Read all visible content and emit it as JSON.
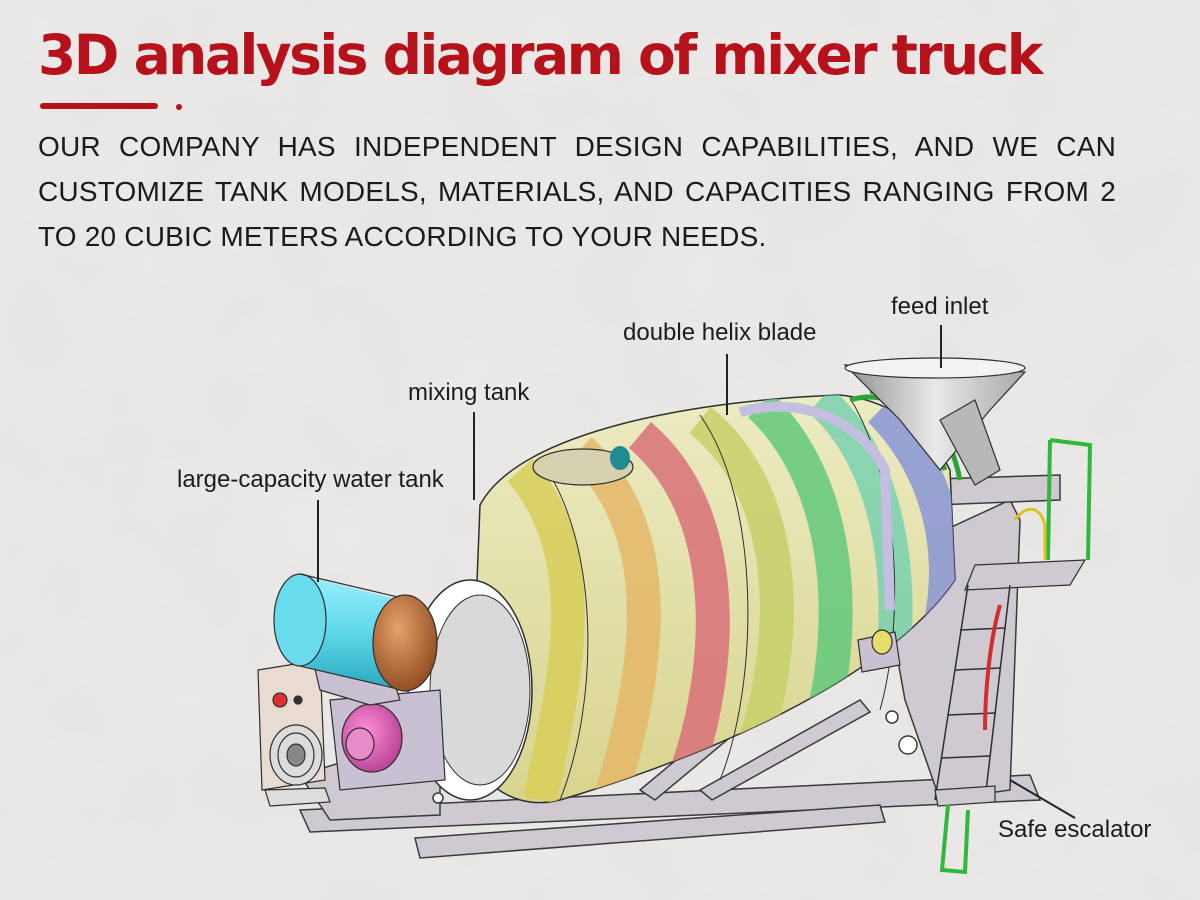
{
  "header": {
    "title": "3D analysis diagram of mixer truck",
    "description": "OUR COMPANY HAS INDEPENDENT DESIGN CAPABILITIES, AND WE CAN CUSTOMIZE TANK MODELS, MATERIALS, AND CAPACITIES RANGING FROM 2 TO 20 CUBIC METERS ACCORDING TO YOUR NEEDS."
  },
  "callouts": {
    "water_tank": "large-capacity water tank",
    "mixing_tank": "mixing tank",
    "helix_blade": "double helix blade",
    "feed_inlet": "feed inlet",
    "escalator": "Safe escalator"
  },
  "colors": {
    "title": "#b5121b",
    "tank_shell": "#e5e3a8",
    "blade_yellow": "#d9cf5a",
    "blade_pink": "#d9707a",
    "blade_green": "#62c97c",
    "blade_blue": "#8a96d6",
    "water_tank": "#5fd8ea",
    "frame": "#c9c2cc",
    "ladder_green": "#2fb83c",
    "ladder_red": "#d22e2e"
  }
}
